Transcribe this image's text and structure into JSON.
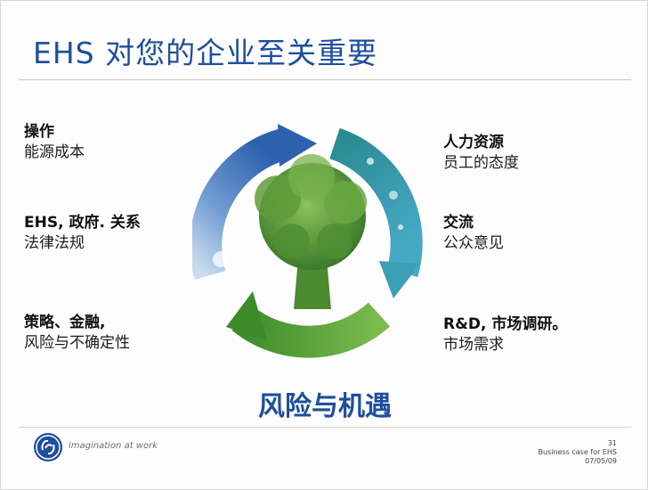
{
  "slide": {
    "title": "EHS 对您的企业至关重要",
    "tagline": "风险与机遇",
    "left_items": [
      {
        "heading": "操作",
        "sub": "能源成本"
      },
      {
        "heading": "EHS, 政府. 关系",
        "sub": "法律法规"
      },
      {
        "heading": "策略、金融,",
        "sub": "风险与不确定性"
      }
    ],
    "right_items": [
      {
        "heading": "人力资源",
        "sub": "员工的态度"
      },
      {
        "heading": "交流",
        "sub": "公众意见"
      },
      {
        "heading": "R&D, 市场调研。",
        "sub": "市场需求"
      }
    ]
  },
  "footer": {
    "logo_text": "imagination at work",
    "page_number": "31",
    "doc_name": "Business case for EHS",
    "date": "07/05/09"
  },
  "colors": {
    "title": "#1d4f9c",
    "arrow_blue": "#3e6fb8",
    "arrow_teal": "#2f8a96",
    "arrow_green": "#4f9a35",
    "tree_green": "#5f9a3c"
  }
}
